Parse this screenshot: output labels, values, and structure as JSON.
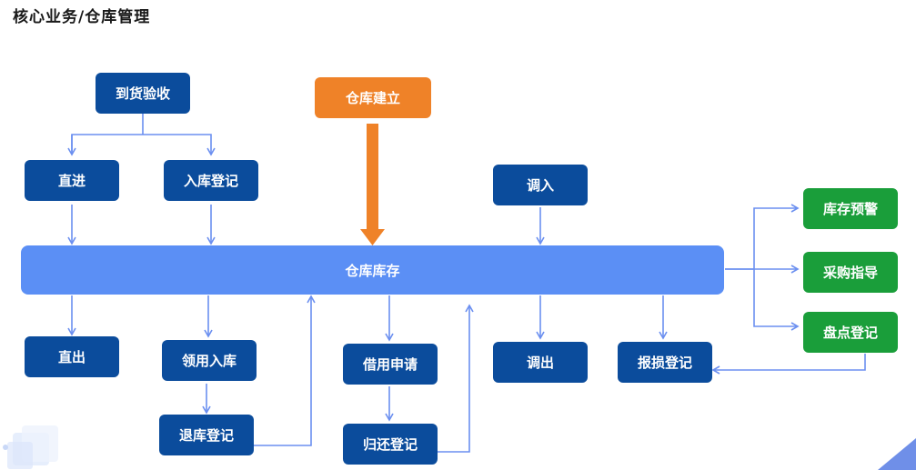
{
  "page": {
    "title": "核心业务/仓库管理"
  },
  "nodes": {
    "arrival": "到货验收",
    "direct_in": "直进",
    "stock_in_register": "入库登记",
    "warehouse_setup": "仓库建立",
    "transfer_in": "调入",
    "inventory": "仓库库存",
    "stock_warning": "库存预警",
    "purchase_guide": "采购指导",
    "stocktake_register": "盘点登记",
    "direct_out": "直出",
    "requisition_in": "领用入库",
    "return_register": "退库登记",
    "borrow_request": "借用申请",
    "return_back_register": "归还登记",
    "transfer_out": "调出",
    "scrap_register": "报损登记"
  },
  "colors": {
    "node_blue": "#0b4c9c",
    "hub_blue": "#5b8ff5",
    "orange": "#ef8228",
    "green": "#1a9e3a",
    "connector": "#6b8ff0"
  }
}
